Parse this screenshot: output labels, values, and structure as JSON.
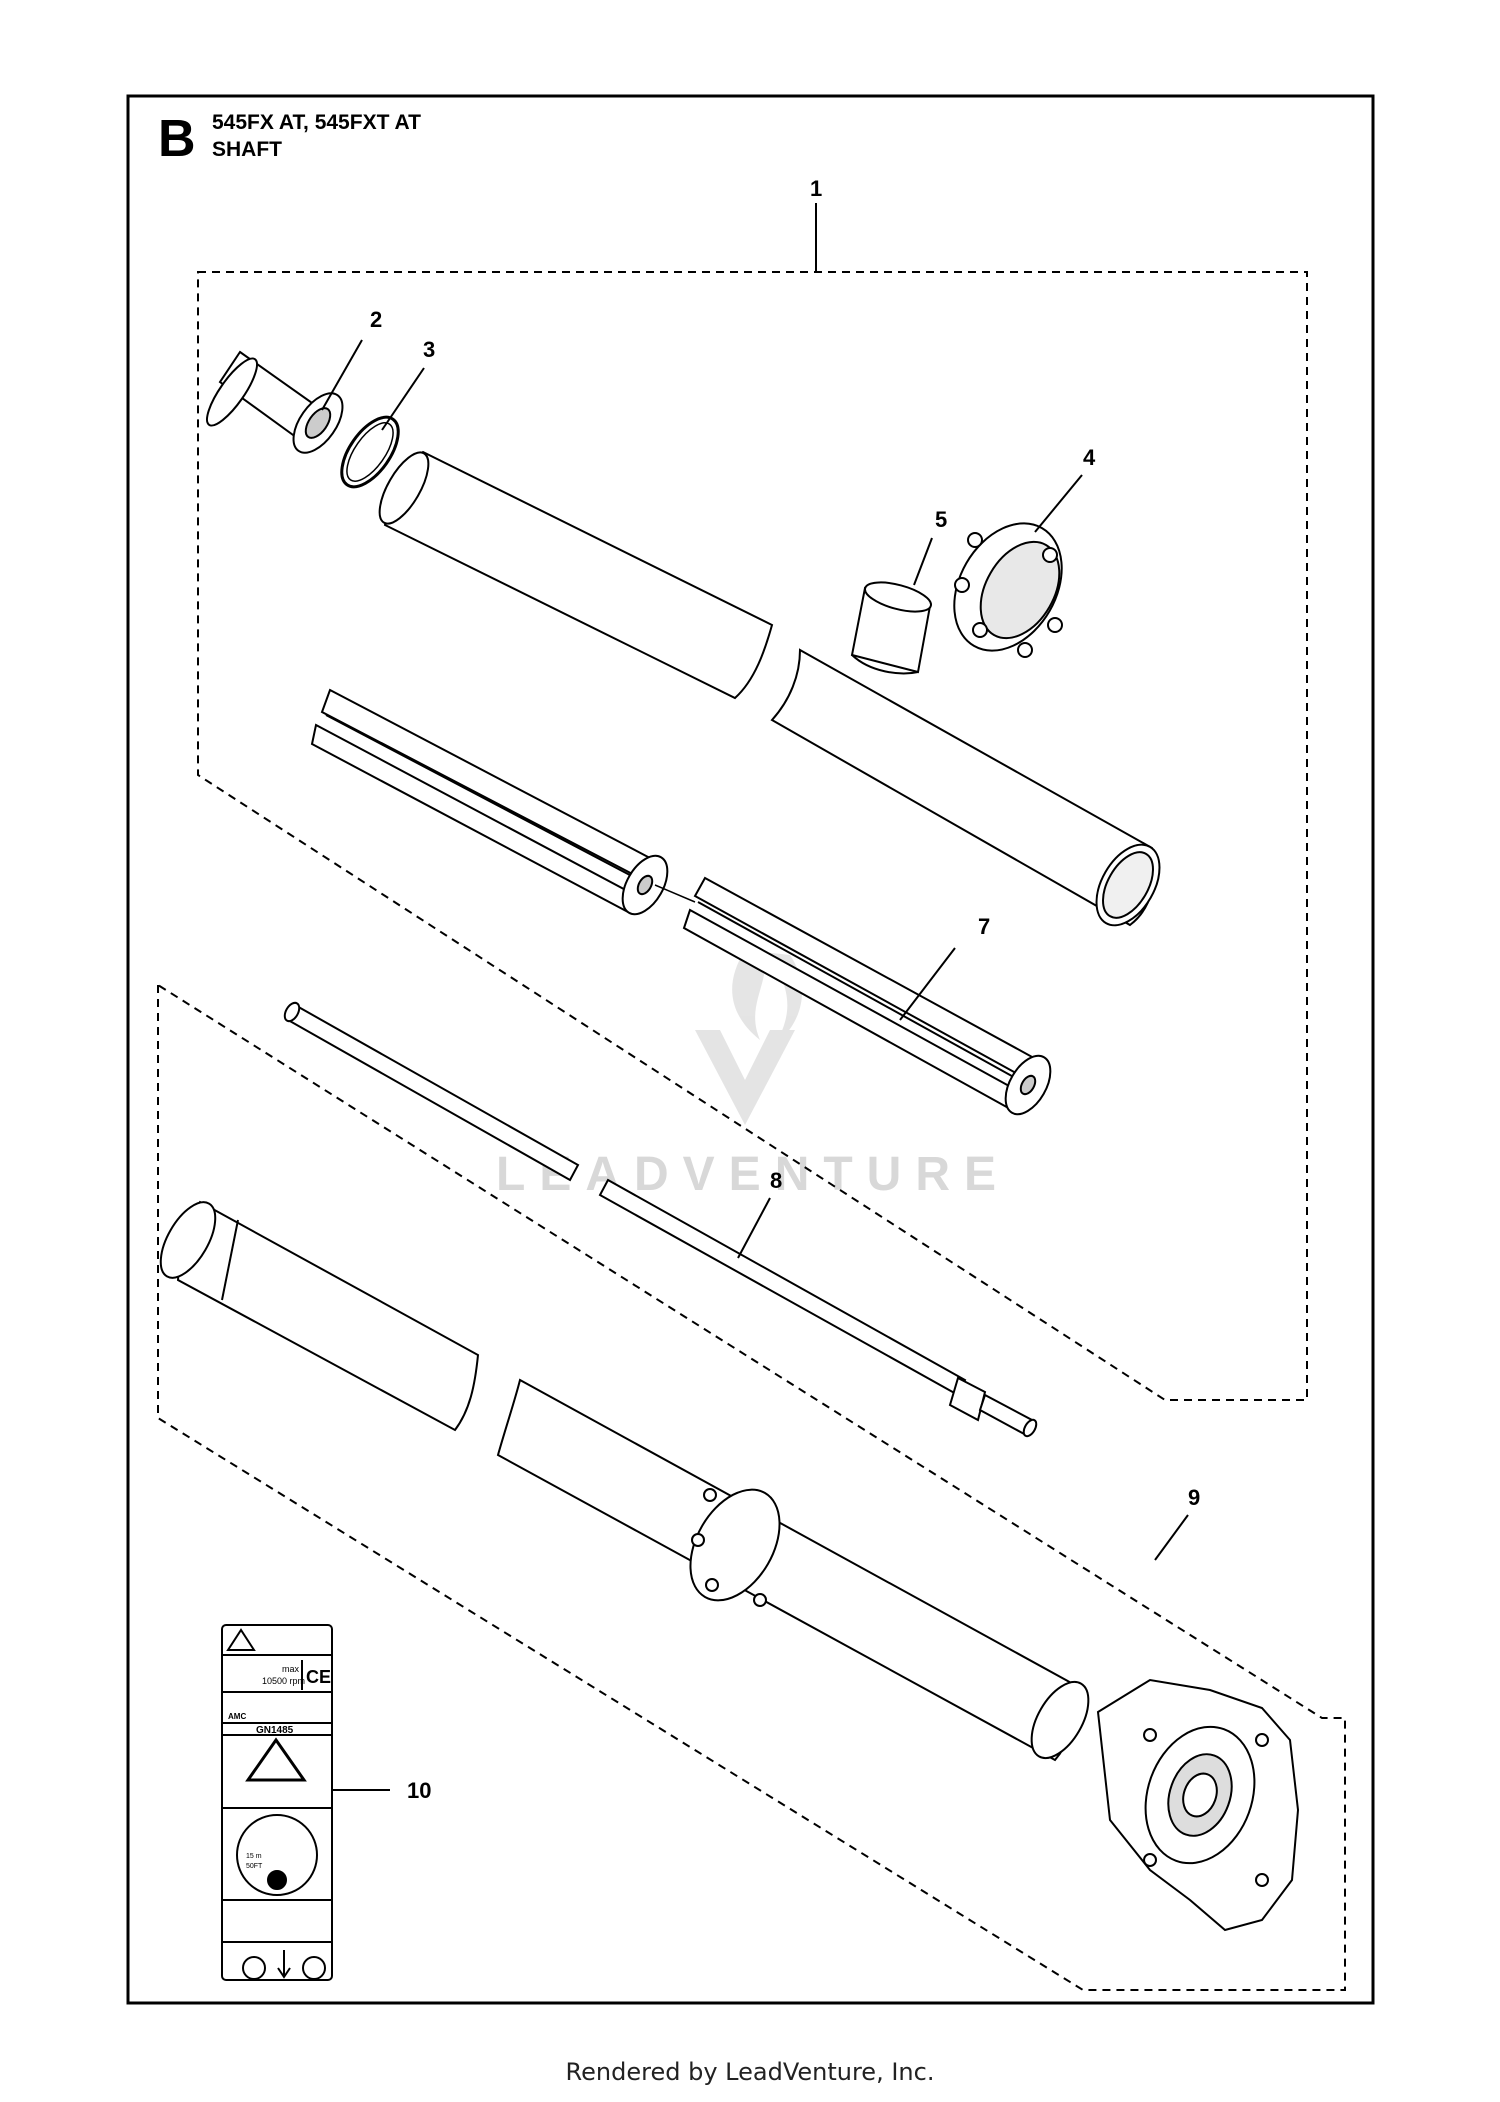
{
  "diagram": {
    "section_letter": "B",
    "models": "545FX AT, 545FXT AT",
    "section_name": "SHAFT",
    "callouts": [
      "1",
      "2",
      "3",
      "4",
      "5",
      "7",
      "8",
      "9",
      "10"
    ]
  },
  "label_sticker": {
    "rpm_max": "max",
    "rpm_value": "10500 rpm",
    "ce_mark": "CE",
    "amc_text": "AMC",
    "cert_code": "GN1485",
    "dist_metric": "15 m",
    "dist_imperial": "50FT"
  },
  "watermark": "LEADVENTURE",
  "footer": "Rendered by LeadVenture, Inc.",
  "colors": {
    "line": "#000000",
    "watermark": "#d8d8d8",
    "background": "#ffffff"
  }
}
